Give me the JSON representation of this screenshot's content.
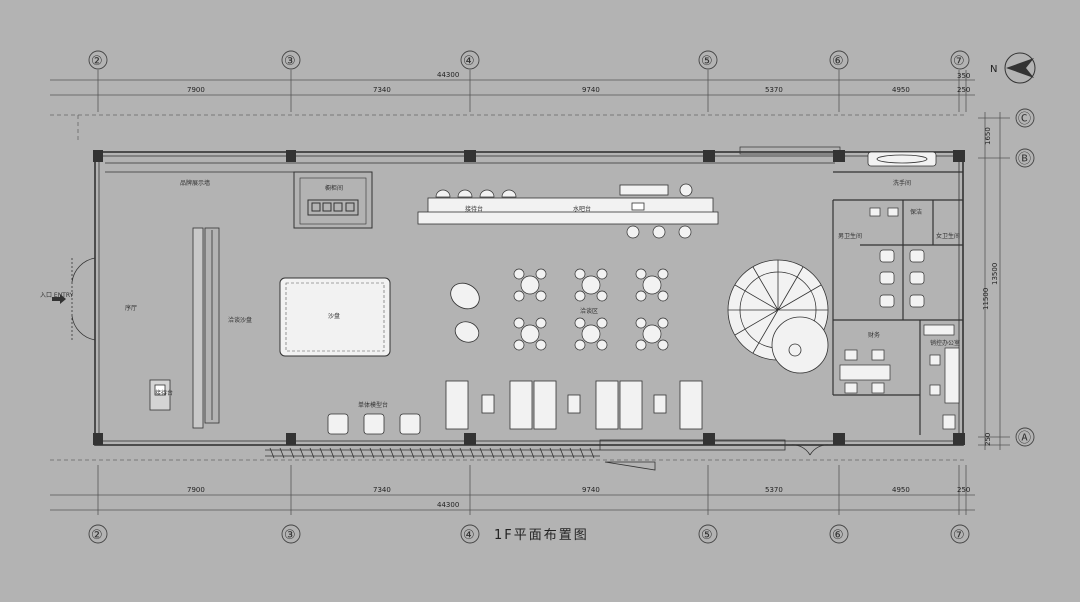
{
  "title": "1F平面布置图",
  "grid_columns": [
    "②",
    "③",
    "④",
    "⑤",
    "⑥",
    "⑦"
  ],
  "grid_rows": [
    "Ⓒ",
    "Ⓑ",
    "Ⓐ"
  ],
  "dimensions": {
    "total": "44300",
    "spans": [
      "7900",
      "7340",
      "9740",
      "5370",
      "4950",
      "250"
    ],
    "end_top": "350",
    "right_vertical": [
      "1650",
      "13500",
      "11500",
      "250"
    ]
  },
  "north_label": "N",
  "rooms": {
    "brand_wall": "品牌展示墙",
    "display_cabinet": "橱柜间",
    "reception": "接待台",
    "water_bar": "水吧台",
    "entrance": "入口 ENTRY",
    "hall": "序厅",
    "sand_table_sofa": "洽谈沙盘",
    "sand_table": "沙盘",
    "negotiation": "洽谈区",
    "model_table": "单体模型台",
    "washroom": "洗手间",
    "mens_wc": "男卫生间",
    "womens_wc": "女卫生间",
    "storage": "保洁",
    "finance": "财务",
    "manager_office": "销控办公室",
    "info_desk": "接待台"
  }
}
